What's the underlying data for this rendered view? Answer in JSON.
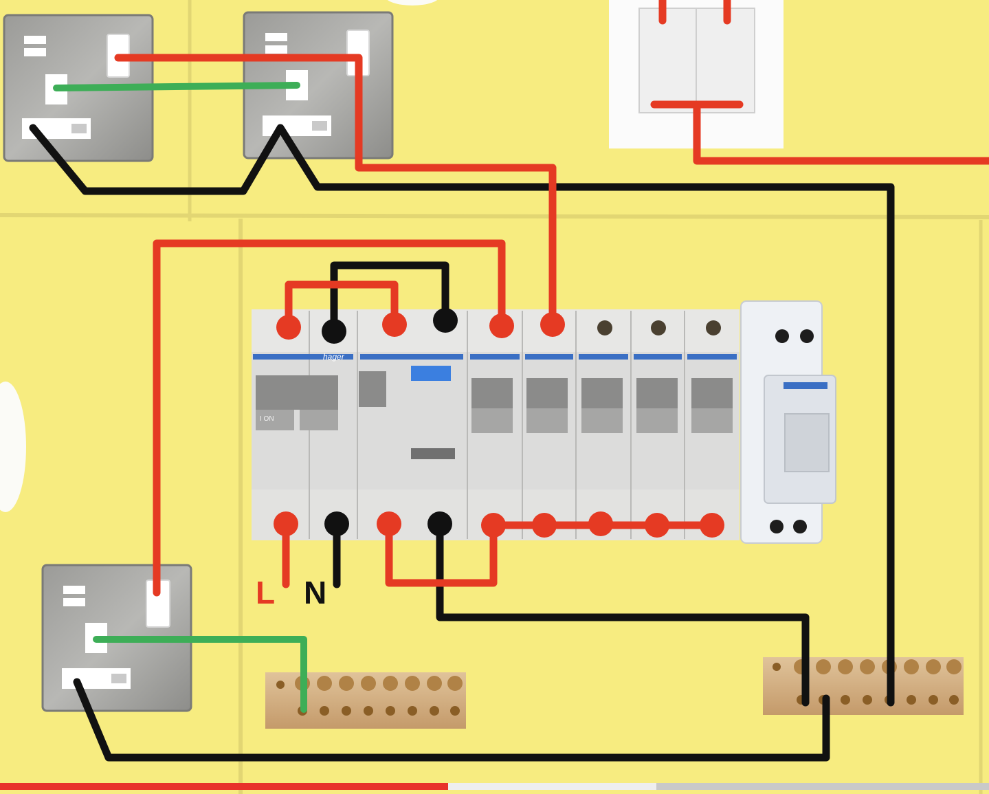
{
  "labels": {
    "live": "L",
    "neutral": "N"
  },
  "brand": "hager",
  "mcb_on_text": "I ON",
  "progress": {
    "played_fraction": 0.453,
    "buffered_fraction": 0.664
  },
  "colors": {
    "background": "#f7ec80",
    "live_wire": "#e53a23",
    "neutral_wire": "#111111",
    "earth_wire": "#3dae57",
    "progress_played": "#e8322a"
  },
  "icons": [
    "socket-icon",
    "light-switch-icon",
    "breaker-icon",
    "terminal-bar-icon",
    "bulb-icon"
  ]
}
